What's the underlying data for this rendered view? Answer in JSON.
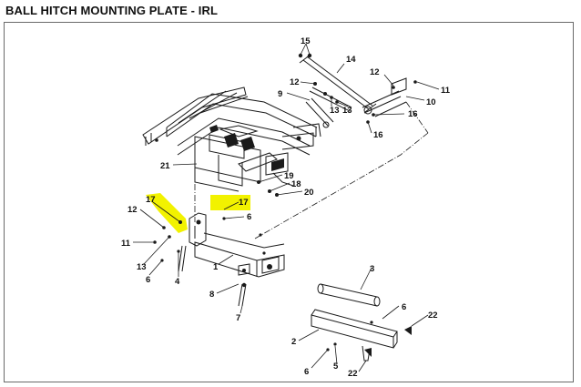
{
  "title": "BALL HITCH MOUNTING PLATE - IRL",
  "colors": {
    "highlight": "#f2f200",
    "line": "#1a1a1a",
    "frame": "#6a6a6a"
  },
  "callouts": {
    "c15": "15",
    "c14": "14",
    "c12a": "12",
    "c11a": "11",
    "c12b": "12",
    "c9": "9",
    "c13a": "13",
    "c13b": "13",
    "c10": "10",
    "c16a": "16",
    "c16b": "16",
    "c21": "21",
    "c19": "19",
    "c18": "18",
    "c20": "20",
    "c17a": "17",
    "c17b": "17",
    "c12c": "12",
    "c6a": "6",
    "c11b": "11",
    "c13c": "13",
    "c6b": "6",
    "c4": "4",
    "c1": "1",
    "c8": "8",
    "c7": "7",
    "c3": "3",
    "c6c": "6",
    "c22a": "22",
    "c2": "2",
    "c6d": "6",
    "c5": "5",
    "c22b": "22"
  }
}
